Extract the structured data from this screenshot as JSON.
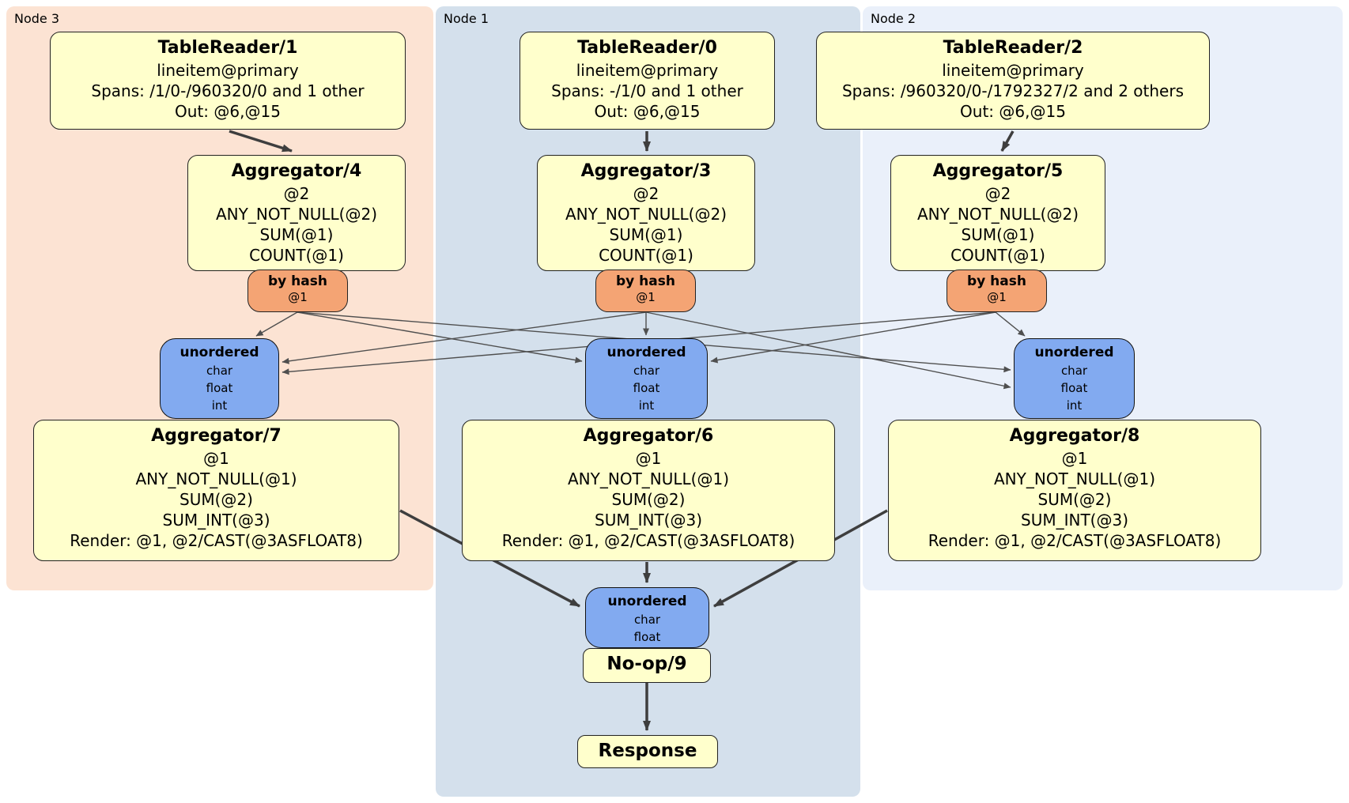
{
  "colors": {
    "node3_bg": "#fce3d3",
    "node1_bg": "#d4e0ec",
    "node2_bg": "#eaf0fa",
    "box_bg": "#ffffcc",
    "router_bg": "#f4a474",
    "sync_bg": "#82aaf0",
    "edge_thick": "#3e3e3e",
    "edge_thin": "#4f4f4f"
  },
  "regions": {
    "node3": {
      "label": "Node 3"
    },
    "node1": {
      "label": "Node 1"
    },
    "node2": {
      "label": "Node 2"
    }
  },
  "processors": {
    "tr1": {
      "title": "TableReader/1",
      "lines": [
        "lineitem@primary",
        "Spans: /1/0-/960320/0 and 1 other",
        "Out: @6,@15"
      ]
    },
    "tr0": {
      "title": "TableReader/0",
      "lines": [
        "lineitem@primary",
        "Spans: -/1/0 and 1 other",
        "Out: @6,@15"
      ]
    },
    "tr2": {
      "title": "TableReader/2",
      "lines": [
        "lineitem@primary",
        "Spans: /960320/0-/1792327/2 and 2 others",
        "Out: @6,@15"
      ]
    },
    "agg4": {
      "title": "Aggregator/4",
      "lines": [
        "@2",
        "ANY_NOT_NULL(@2)",
        "SUM(@1)",
        "COUNT(@1)"
      ]
    },
    "agg3": {
      "title": "Aggregator/3",
      "lines": [
        "@2",
        "ANY_NOT_NULL(@2)",
        "SUM(@1)",
        "COUNT(@1)"
      ]
    },
    "agg5": {
      "title": "Aggregator/5",
      "lines": [
        "@2",
        "ANY_NOT_NULL(@2)",
        "SUM(@1)",
        "COUNT(@1)"
      ]
    },
    "agg7": {
      "title": "Aggregator/7",
      "lines": [
        "@1",
        "ANY_NOT_NULL(@1)",
        "SUM(@2)",
        "SUM_INT(@3)",
        "Render: @1, @2/CAST(@3ASFLOAT8)"
      ]
    },
    "agg6": {
      "title": "Aggregator/6",
      "lines": [
        "@1",
        "ANY_NOT_NULL(@1)",
        "SUM(@2)",
        "SUM_INT(@3)",
        "Render: @1, @2/CAST(@3ASFLOAT8)"
      ]
    },
    "agg8": {
      "title": "Aggregator/8",
      "lines": [
        "@1",
        "ANY_NOT_NULL(@1)",
        "SUM(@2)",
        "SUM_INT(@3)",
        "Render: @1, @2/CAST(@3ASFLOAT8)"
      ]
    },
    "noop": {
      "title": "No-op/9"
    },
    "response": {
      "title": "Response"
    }
  },
  "routers": {
    "hash4": {
      "title": "by hash",
      "detail": "@1"
    },
    "hash3": {
      "title": "by hash",
      "detail": "@1"
    },
    "hash5": {
      "title": "by hash",
      "detail": "@1"
    }
  },
  "syncs": {
    "un_left": {
      "title": "unordered",
      "types": [
        "char",
        "float",
        "int"
      ]
    },
    "un_mid": {
      "title": "unordered",
      "types": [
        "char",
        "float",
        "int"
      ]
    },
    "un_right": {
      "title": "unordered",
      "types": [
        "char",
        "float",
        "int"
      ]
    },
    "un_final": {
      "title": "unordered",
      "types": [
        "char",
        "float"
      ]
    }
  }
}
